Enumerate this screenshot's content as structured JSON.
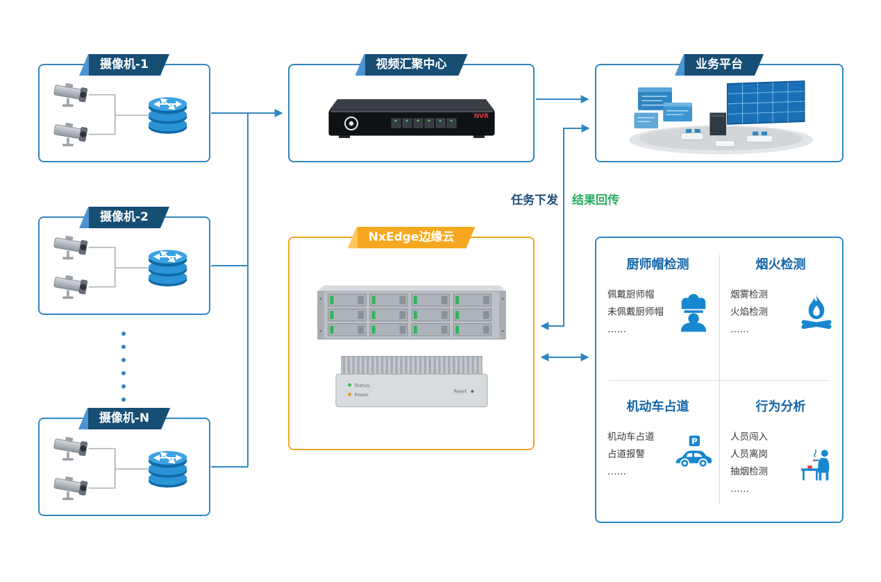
{
  "colors": {
    "node_border_blue": "#2E86C1",
    "banner_navy": "#174E74",
    "banner_navy_fold": "#4D94D0",
    "edge_border_orange": "#F5A623",
    "banner_orange": "#F5A81F",
    "arrow_blue": "#2E86C1",
    "icon_blue": "#1787D0",
    "task_label_color": "#1F4E79",
    "result_label_color": "#27AE60"
  },
  "cameras": [
    {
      "title": "摄像机-1"
    },
    {
      "title": "摄像机-2"
    },
    {
      "title": "摄像机-N"
    }
  ],
  "video_center": {
    "title": "视频汇聚中心",
    "device_brand": "NVR"
  },
  "platform": {
    "title": "业务平台"
  },
  "edge": {
    "title": "NxEdge边缘云",
    "device_labels": {
      "status": "Status",
      "power": "Power",
      "reset": "Reset"
    }
  },
  "links": {
    "task_down": "任务下发",
    "result_up": "结果回传"
  },
  "detections": [
    {
      "title": "厨师帽检测",
      "icon": "chef-hat-icon",
      "items": [
        "佩戴厨师帽",
        "未佩戴厨师帽",
        "……"
      ]
    },
    {
      "title": "烟火检测",
      "icon": "bonfire-icon",
      "items": [
        "烟雾检测",
        "火焰检测",
        "……"
      ]
    },
    {
      "title": "机动车占道",
      "icon": "car-parking-icon",
      "badge": "P",
      "items": [
        "机动车占道",
        "占道报警",
        "……"
      ]
    },
    {
      "title": "行为分析",
      "icon": "smoking-person-icon",
      "items": [
        "人员闯入",
        "人员离岗",
        "抽烟检测",
        "……"
      ]
    }
  ]
}
